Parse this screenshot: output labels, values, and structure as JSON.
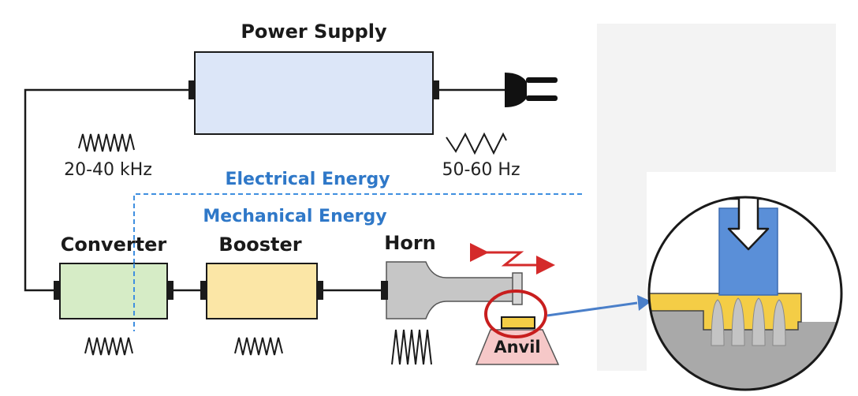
{
  "labels": {
    "power_supply": "Power Supply",
    "converter": "Converter",
    "booster": "Booster",
    "horn": "Horn",
    "anvil": "Anvil",
    "electrical_energy": "Electrical Energy",
    "mechanical_energy": "Mechanical Energy",
    "freq_output": "20-40 kHz",
    "freq_input": "50-60 Hz"
  },
  "colors": {
    "power_supply_fill": "#dce6f8",
    "converter_fill": "#d6ecc6",
    "booster_fill": "#fbe6a6",
    "horn_fill": "#c6c6c6",
    "anvil_fill": "#f6c8c8",
    "energy_label": "#2f78c8",
    "vibration_arrow": "#d42a2a",
    "highlight_circle": "#c81e1e",
    "pointer_arrow": "#4a7fc9",
    "sonotrode_blue": "#5a8fd8",
    "workpiece_yellow": "#f4cd46"
  },
  "icons": {
    "plug": "power-plug-icon",
    "updown": "up-down-arrow-icon",
    "vibration": "horizontal-vibration-icon"
  }
}
